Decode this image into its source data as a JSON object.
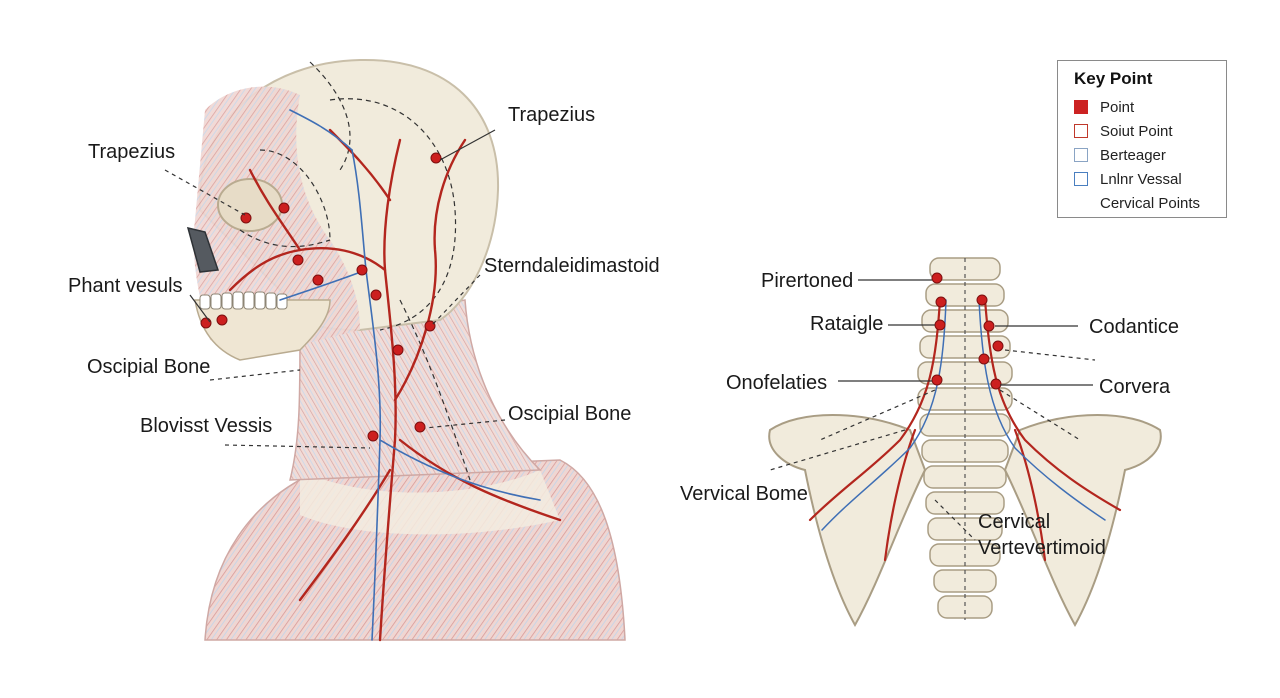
{
  "head_labels": {
    "trapezius_left": "Trapezius",
    "trapezius_top": "Trapezius",
    "sternocleido": "Sterndaleidimastoid",
    "phant": "Phant vesuls",
    "oscipial_left": "Oscipial Bone",
    "blovist": "Blovisst Vessis",
    "oscipial_right": "Oscipial Bone"
  },
  "spine_labels": {
    "pirertoned": "Pirertoned",
    "rataigle": "Rataigle",
    "codantice": "Codantice",
    "onofelaties": "Onofelaties",
    "corvera": "Corvera",
    "vervical": "Vervical Bome",
    "cervical": "Cervical",
    "vertevertimoid": "Vertevertimoid"
  },
  "legend": {
    "title": "Key Point",
    "items": [
      {
        "label": "Point",
        "style": "filled",
        "color": "#cc2222"
      },
      {
        "label": "Soiut Point",
        "style": "outline",
        "color": "#c0392b"
      },
      {
        "label": "Berteager",
        "style": "outline",
        "color": "#8aa4c4"
      },
      {
        "label": "Lnlnr Vessal",
        "style": "outline",
        "color": "#4a7fc0"
      },
      {
        "label": "Cervical Points",
        "style": "none",
        "color": ""
      }
    ]
  },
  "colors": {
    "artery": "#b3261e",
    "vein": "#3f6fb5",
    "point": "#cc1f1f",
    "bone": "#f1ebdc",
    "muscle": "#e9b7b5"
  }
}
